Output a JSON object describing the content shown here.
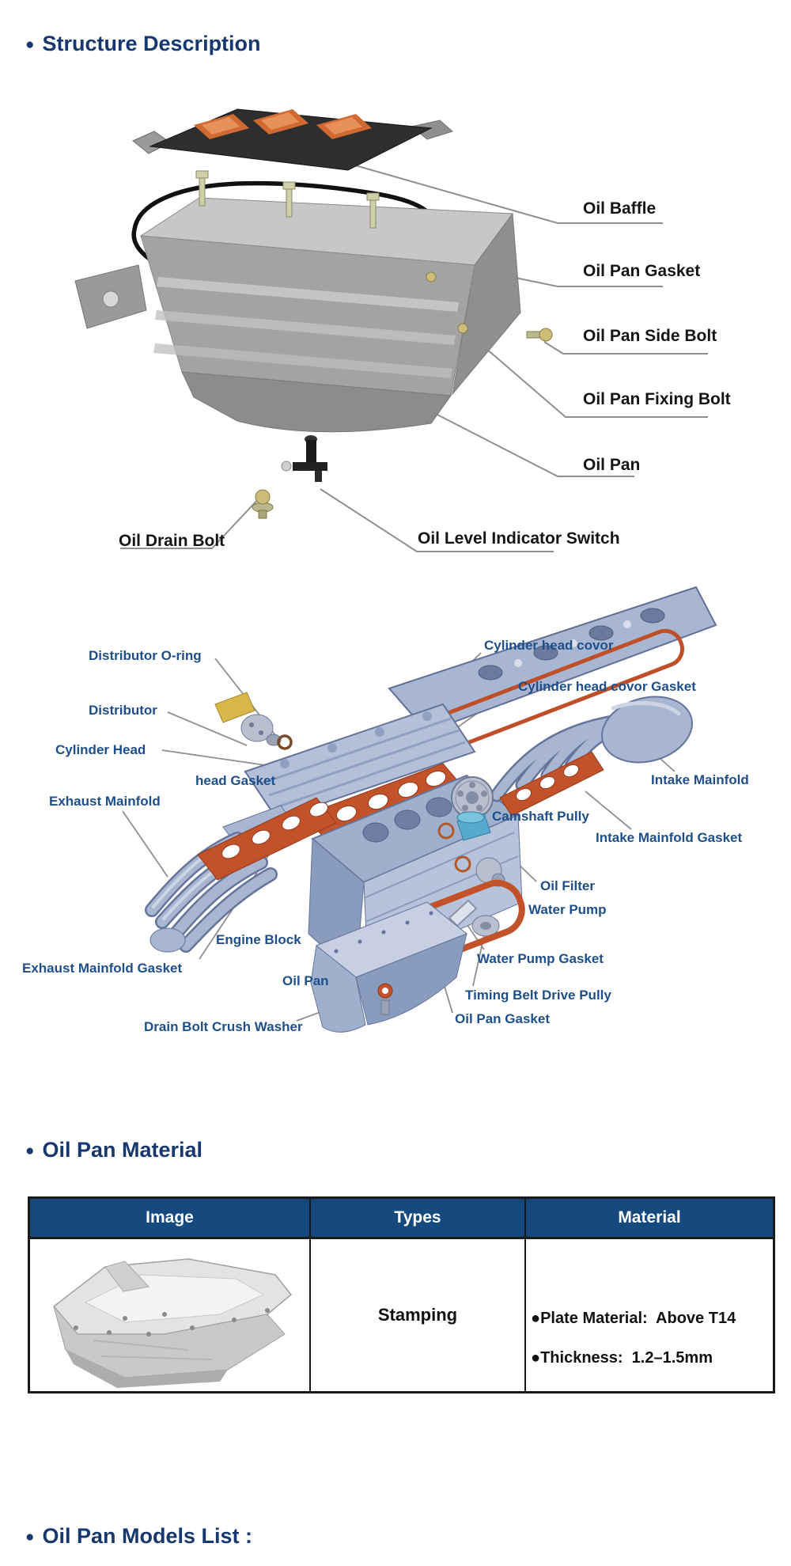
{
  "colors": {
    "heading_navy": "#17386e",
    "diagram2_label_blue": "#1e4f8a",
    "diagram1_label_black": "#151515",
    "leader_line_gray": "#8f8f8f",
    "table_header_bg": "#164a7e",
    "table_header_text": "#ffffff",
    "gasket_orange": "#c2522a",
    "engine_part_blue": "#a9b6d2"
  },
  "sections": {
    "structure": {
      "bullet": "●",
      "title": "Structure Description"
    },
    "material": {
      "bullet": "●",
      "title": "Oil Pan Material"
    },
    "models": {
      "bullet": "●",
      "title": "Oil Pan Models List :"
    }
  },
  "diagram1": {
    "labels": [
      {
        "id": "oil-baffle",
        "text": "Oil Baffle"
      },
      {
        "id": "oil-pan-gasket",
        "text": "Oil Pan Gasket"
      },
      {
        "id": "oil-pan-side-bolt",
        "text": "Oil Pan Side Bolt"
      },
      {
        "id": "oil-pan-fixing-bolt",
        "text": "Oil Pan Fixing Bolt"
      },
      {
        "id": "oil-pan",
        "text": "Oil Pan"
      },
      {
        "id": "oil-drain-bolt",
        "text": "Oil Drain Bolt"
      },
      {
        "id": "oil-level-indicator-switch",
        "text": "Oil Level Indicator Switch"
      }
    ]
  },
  "diagram2": {
    "labels": [
      {
        "id": "distributor-o-ring",
        "text": "Distributor O-ring"
      },
      {
        "id": "distributor",
        "text": "Distributor"
      },
      {
        "id": "cylinder-head",
        "text": "Cylinder Head"
      },
      {
        "id": "head-gasket",
        "text": "head Gasket"
      },
      {
        "id": "exhaust-mainfold",
        "text": "Exhaust Mainfold"
      },
      {
        "id": "cylinder-head-covor",
        "text": "Cylinder head covor"
      },
      {
        "id": "cylinder-head-covor-gasket",
        "text": "Cylinder head covor Gasket"
      },
      {
        "id": "intake-mainfold",
        "text": "Intake Mainfold"
      },
      {
        "id": "camshaft-pully",
        "text": "Camshaft Pully"
      },
      {
        "id": "intake-mainfold-gasket",
        "text": "Intake Mainfold Gasket"
      },
      {
        "id": "oil-filter",
        "text": "Oil Filter"
      },
      {
        "id": "water-pump",
        "text": "Water Pump"
      },
      {
        "id": "water-pump-gasket",
        "text": "Water Pump Gasket"
      },
      {
        "id": "timing-belt-drive-pully",
        "text": "Timing Belt Drive Pully"
      },
      {
        "id": "oil-pan-gasket",
        "text": "Oil Pan Gasket"
      },
      {
        "id": "engine-block",
        "text": "Engine Block"
      },
      {
        "id": "exhaust-mainfold-gasket",
        "text": "Exhaust Mainfold Gasket"
      },
      {
        "id": "oil-pan",
        "text": "Oil Pan"
      },
      {
        "id": "drain-bolt-crush-washer",
        "text": "Drain Bolt Crush Washer"
      }
    ]
  },
  "table": {
    "headers": [
      "Image",
      "Types",
      "Material"
    ],
    "row": {
      "image_name": "stamped-oil-pan-photo",
      "types": "Stamping",
      "material": [
        "●Plate Material:  Above T14",
        "●Thickness:  1.2–1.5mm"
      ]
    }
  }
}
